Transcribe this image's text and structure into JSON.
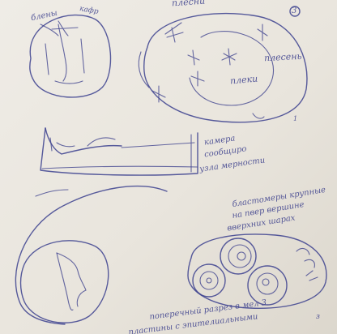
{
  "document": {
    "page_number": "3",
    "top_caption": "плесни",
    "top_sketch_label_left": "блены",
    "top_sketch_label_right": "кафр",
    "right_circle_labels": [
      "плесень",
      "плеки"
    ],
    "middle_caption_lines": [
      "камера",
      "сообщиро",
      "узла мерности"
    ],
    "small_index": "1",
    "right_caption_lines": [
      "бластомеры крупные",
      "на пвер вершине",
      "вверхних шарах"
    ],
    "bottom_caption_lines": [
      "поперечный разрез в мел 3",
      "пластины с эпителиальными"
    ],
    "tail_mark": "з"
  }
}
